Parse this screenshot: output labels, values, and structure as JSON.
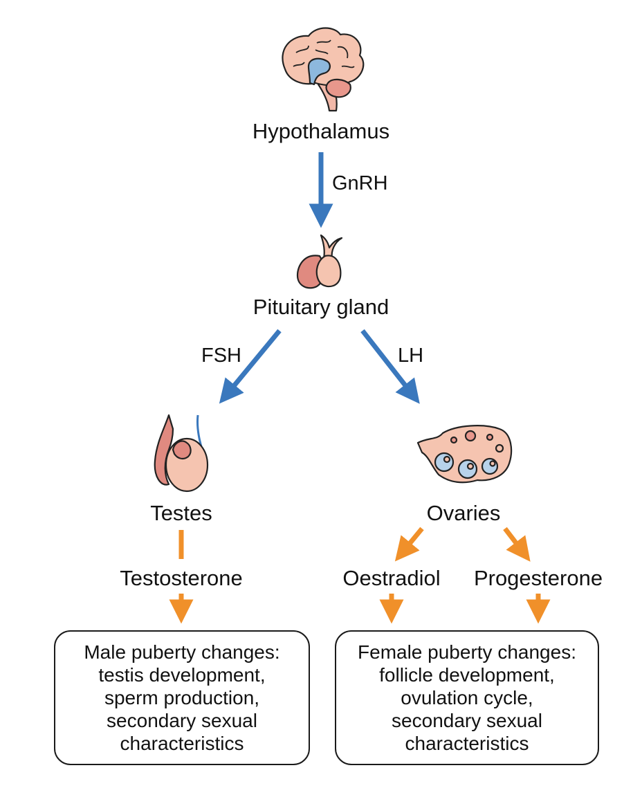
{
  "nodes": {
    "hypothalamus": "Hypothalamus",
    "pituitary": "Pituitary gland",
    "testes": "Testes",
    "ovaries": "Ovaries",
    "testosterone": "Testosterone",
    "oestradiol": "Oestradiol",
    "progesterone": "Progesterone"
  },
  "hormones": {
    "gnrh": "GnRH",
    "fsh": "FSH",
    "lh": "LH"
  },
  "boxes": {
    "male": [
      "Male puberty changes:",
      "testis development,",
      "sperm production,",
      "secondary sexual",
      "characteristics"
    ],
    "female": [
      "Female puberty changes:",
      "follicle development,",
      "ovulation cycle,",
      "secondary sexual",
      "characteristics"
    ]
  },
  "colors": {
    "hormone_arrow": "#3a78bd",
    "steroid_arrow": "#f0902a",
    "organ_pink": "#f5c4b0",
    "organ_red": "#e08a80",
    "brain_blue": "#8db8dd"
  },
  "icons": [
    "brain-icon",
    "pituitary-gland-icon",
    "testis-icon",
    "ovary-icon"
  ]
}
